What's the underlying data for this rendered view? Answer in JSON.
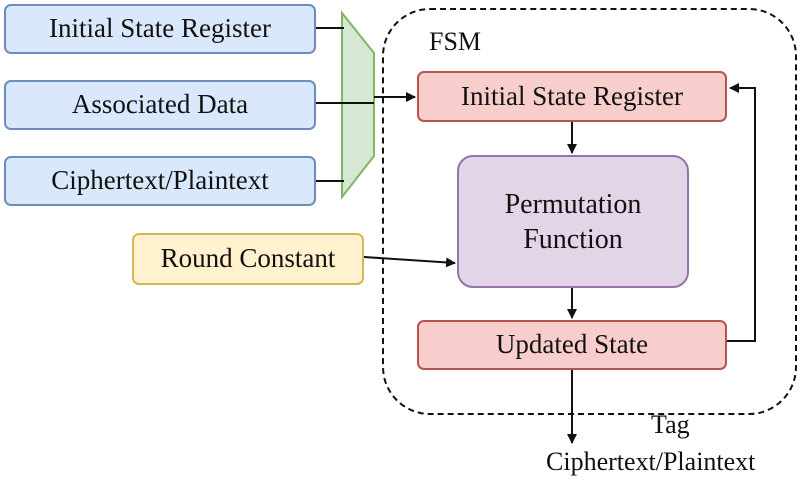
{
  "inputs": {
    "initial_state": "Initial State Register",
    "associated_data": "Associated Data",
    "text_in": "Ciphertext/Plaintext"
  },
  "round_constant": "Round Constant",
  "fsm": {
    "label": "FSM",
    "initial_state_register": "Initial State Register",
    "permutation_line1": "Permutation",
    "permutation_line2": "Function",
    "updated_state": "Updated State"
  },
  "outputs": {
    "tag": "Tag",
    "text_out": "Ciphertext/Plaintext"
  },
  "colors": {
    "input_fill": "#dae8fc",
    "input_stroke": "#6c8ebf",
    "state_fill": "#f8cecc",
    "state_stroke": "#b85450",
    "constant_fill": "#fff2cc",
    "constant_stroke": "#d6b656",
    "permutation_fill": "#e1d5e7",
    "permutation_stroke": "#9673a6",
    "mux_fill": "#d5e8d4",
    "mux_stroke": "#82b366"
  }
}
